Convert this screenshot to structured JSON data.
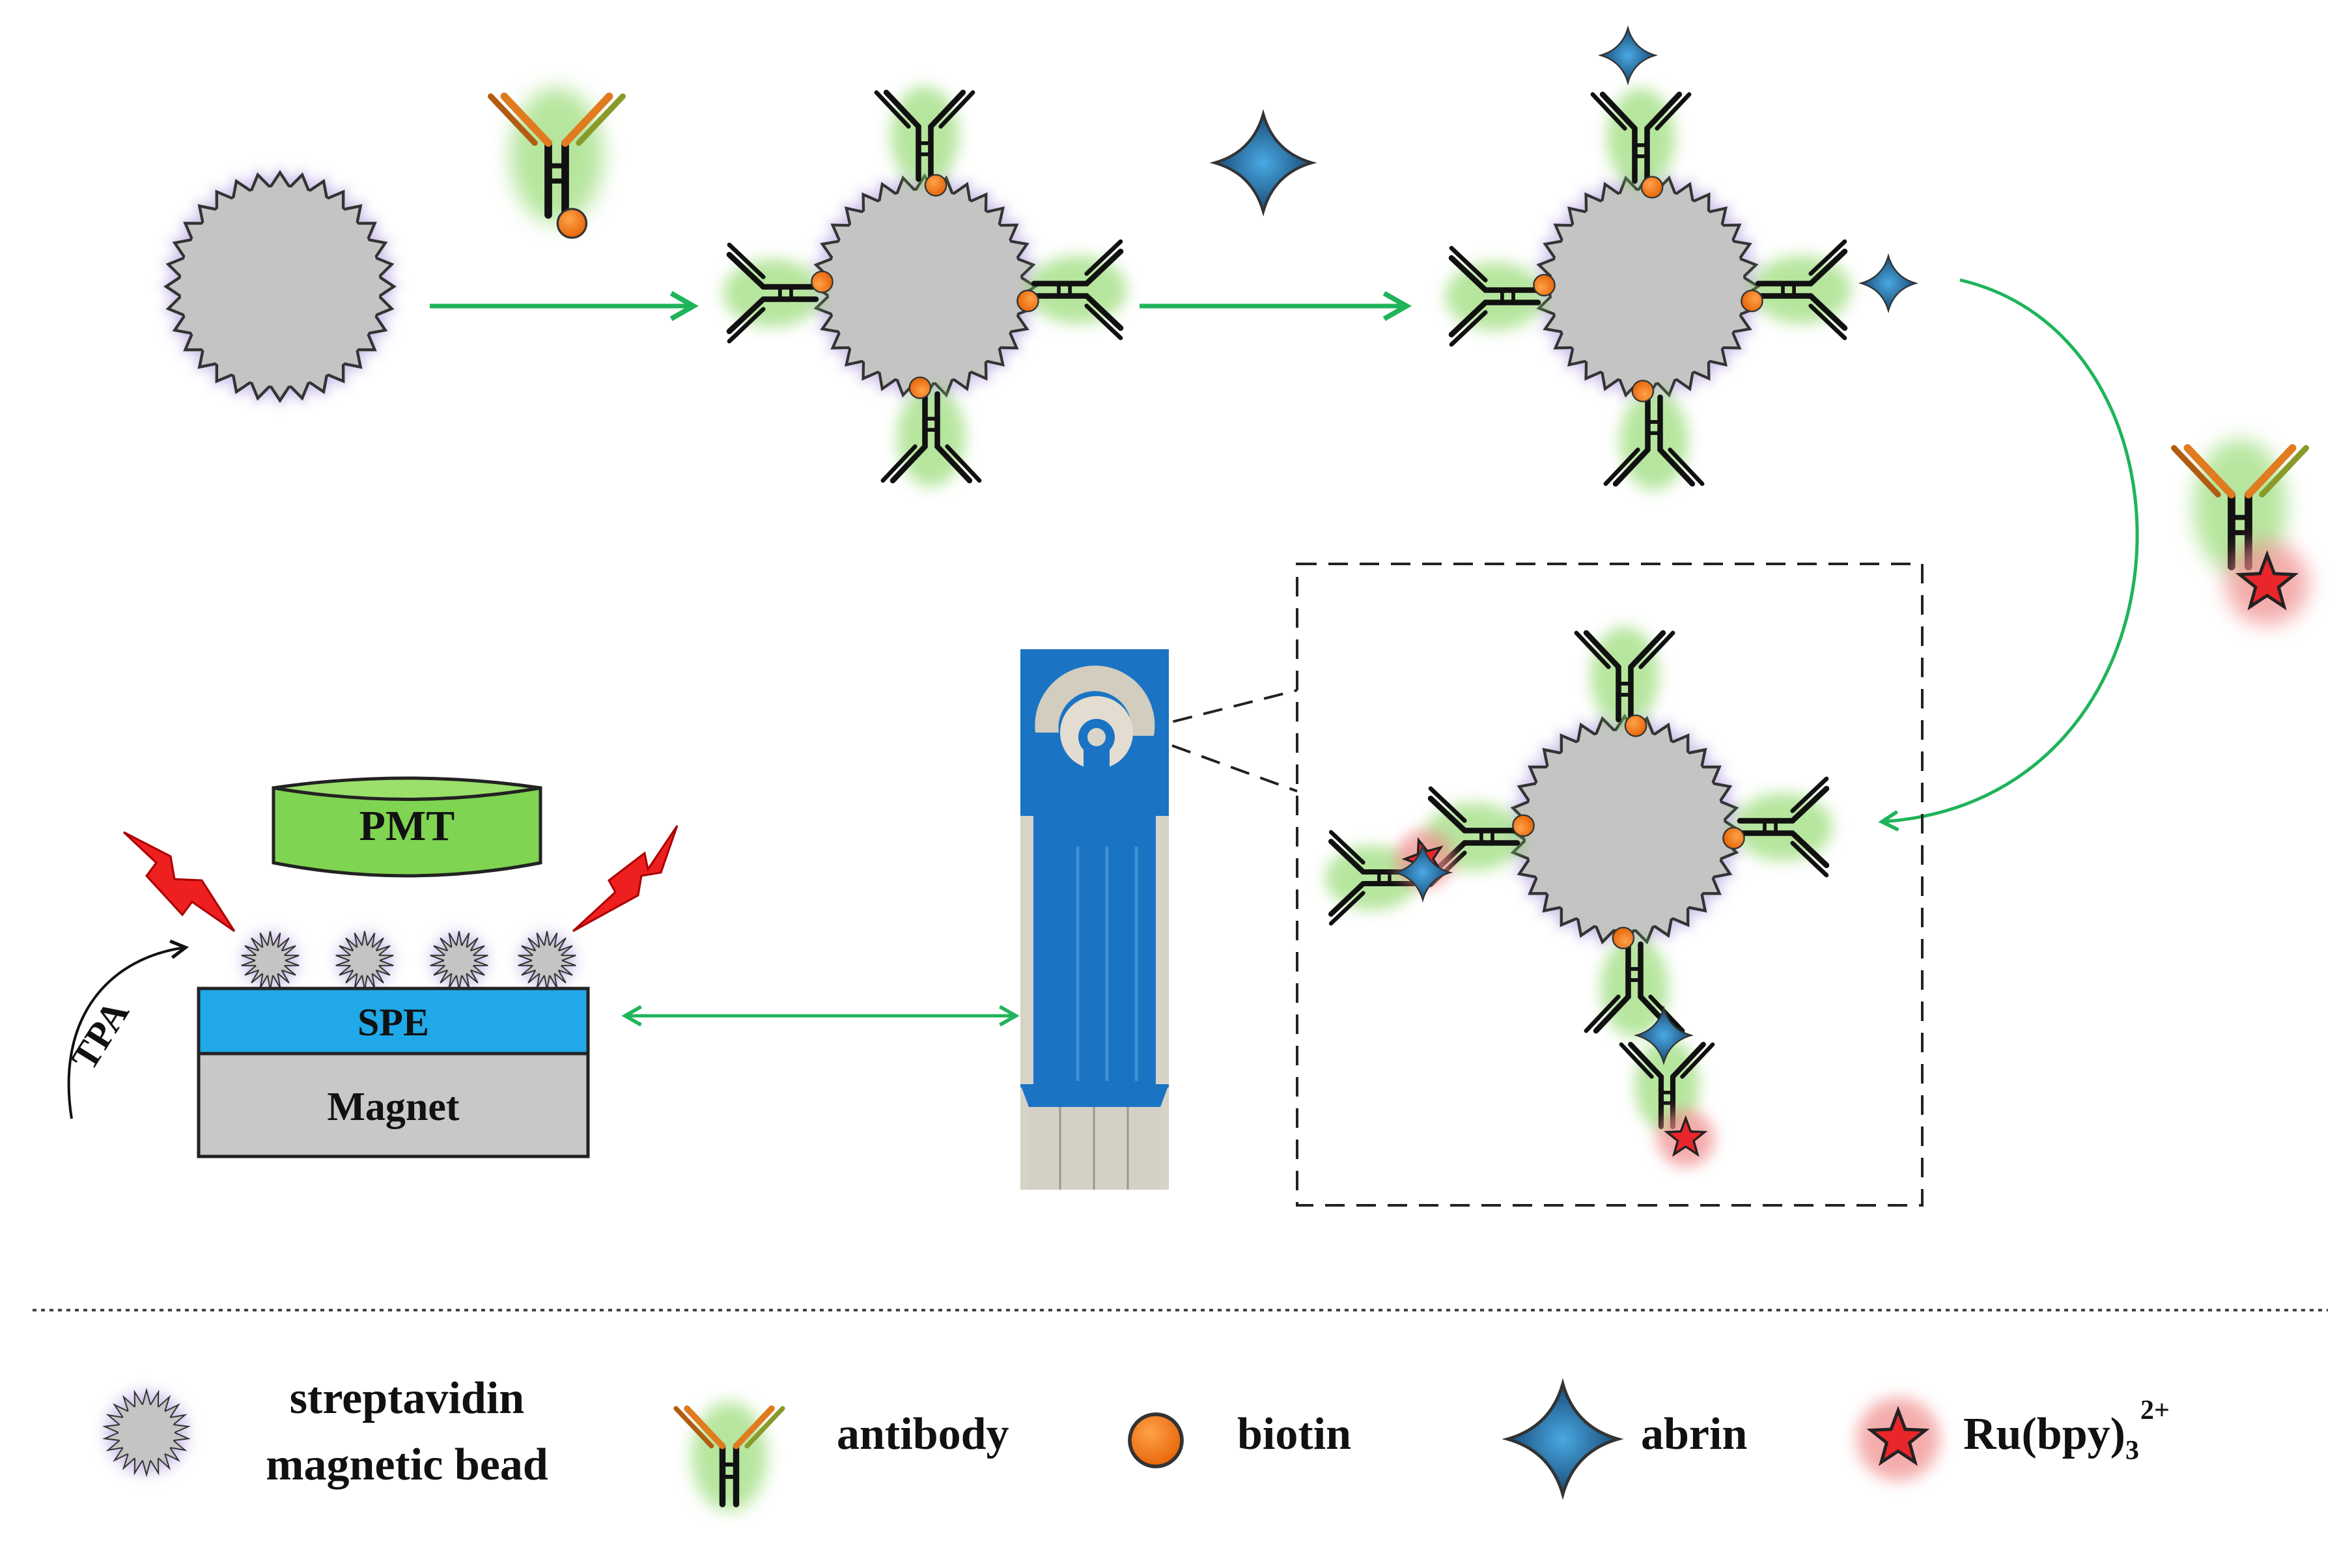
{
  "labels": {
    "pmt": "PMT",
    "spe": "SPE",
    "magnet": "Magnet",
    "tpa": "TPA"
  },
  "legend": {
    "bead_line1": "streptavidin",
    "bead_line2": "magnetic bead",
    "antibody": "antibody",
    "biotin": "biotin",
    "abrin": "abrin",
    "ru_base": "Ru(bpy)",
    "ru_sub": "3",
    "ru_sup": "2+"
  },
  "colors": {
    "bead_fill": "#c4c4c4",
    "bead_glow": "#b8a6e0",
    "antibody_glow": "#7cd14f",
    "antibody_arm": "#e07b1f",
    "biotin": "#f27a0f",
    "abrin_dark": "#1b4f7a",
    "abrin_light": "#3c9ad6",
    "ru_star": "#e8262b",
    "ru_glow": "#f08a8a",
    "arrow": "#1fb45a",
    "pmt": "#7fd451",
    "spe": "#20a8e8",
    "magnet": "#c8c8c8",
    "electrode_blue": "#1b73c4",
    "lightning": "#ee1f1f"
  },
  "icons": [
    "magnetic-bead-icon",
    "antibody-icon",
    "biotin-icon",
    "abrin-icon",
    "ru-star-icon",
    "lightning-icon",
    "electrode-strip-icon"
  ]
}
